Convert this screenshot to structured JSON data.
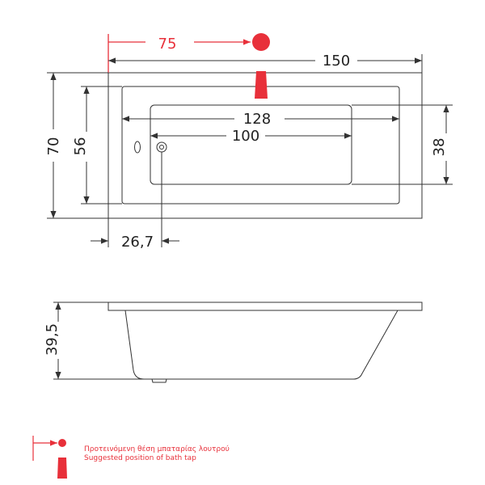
{
  "colors": {
    "line": "#333333",
    "accent": "#e8303a"
  },
  "dimensions": {
    "overall_length": "150",
    "overall_width": "70",
    "inner_width": "56",
    "basin_length": "128",
    "basin_bottom_length": "100",
    "basin_width": "38",
    "drain_offset": "26,7",
    "tap_offset": "75",
    "height": "39,5"
  },
  "legend": {
    "line_gr": "Προτεινόμενη θέση μπαταρίας λουτρού",
    "line_en": "Suggested position of bath tap"
  },
  "icons": {
    "tap_marker": "bath-tap-icon"
  }
}
